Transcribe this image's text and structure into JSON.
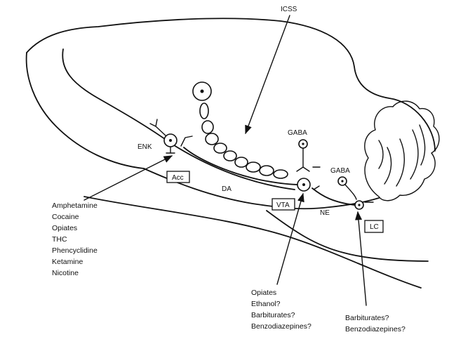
{
  "labels": {
    "icss": "ICSS",
    "gaba_vta": "GABA",
    "gaba_lc": "GABA",
    "enk": "ENK",
    "da": "DA",
    "ne": "NE",
    "acc": "Acc",
    "vta": "VTA",
    "lc": "LC"
  },
  "drug_lists": {
    "acc_drugs": [
      "Amphetamine",
      "Cocaine",
      "Opiates",
      "THC",
      "Phencyclidine",
      "Ketamine",
      "Nicotine"
    ],
    "vta_drugs": [
      "Opiates",
      "Ethanol?",
      "Barbiturates?",
      "Benzodiazepines?"
    ],
    "lc_drugs": [
      "Barbiturates?",
      "Benzodiazepines?"
    ]
  },
  "colors": {
    "ink": "#111111",
    "background": "#ffffff"
  }
}
